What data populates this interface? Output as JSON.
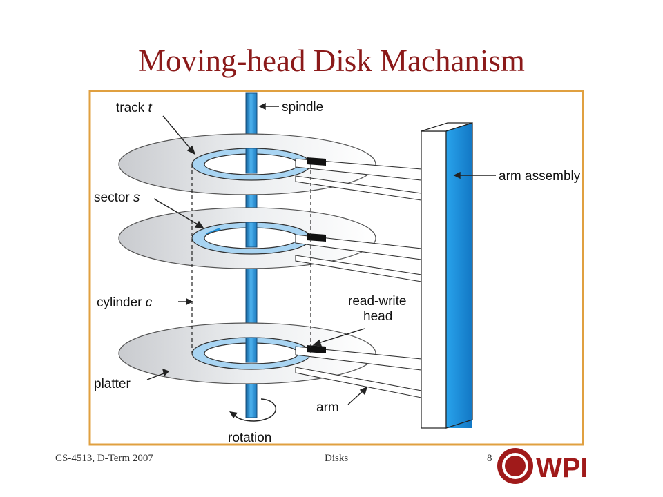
{
  "slide": {
    "title": "Moving-head Disk Machanism",
    "footer_left": "CS-4513, D-Term 2007",
    "footer_center": "Disks",
    "footer_right": "8",
    "logo_text": "WPI",
    "colors": {
      "title": "#8b1a1a",
      "frame": "#e0a040",
      "accent_blue": "#1e90d8",
      "platter": "#d6d8dc"
    }
  },
  "diagram": {
    "label_track": "track",
    "label_track_var": "t",
    "label_spindle": "spindle",
    "label_sector": "sector",
    "label_sector_var": "s",
    "label_arm_assembly": "arm assembly",
    "label_cylinder": "cylinder",
    "label_cylinder_var": "c",
    "label_rw_head_1": "read-write",
    "label_rw_head_2": "head",
    "label_platter": "platter",
    "label_arm": "arm",
    "label_rotation": "rotation"
  }
}
